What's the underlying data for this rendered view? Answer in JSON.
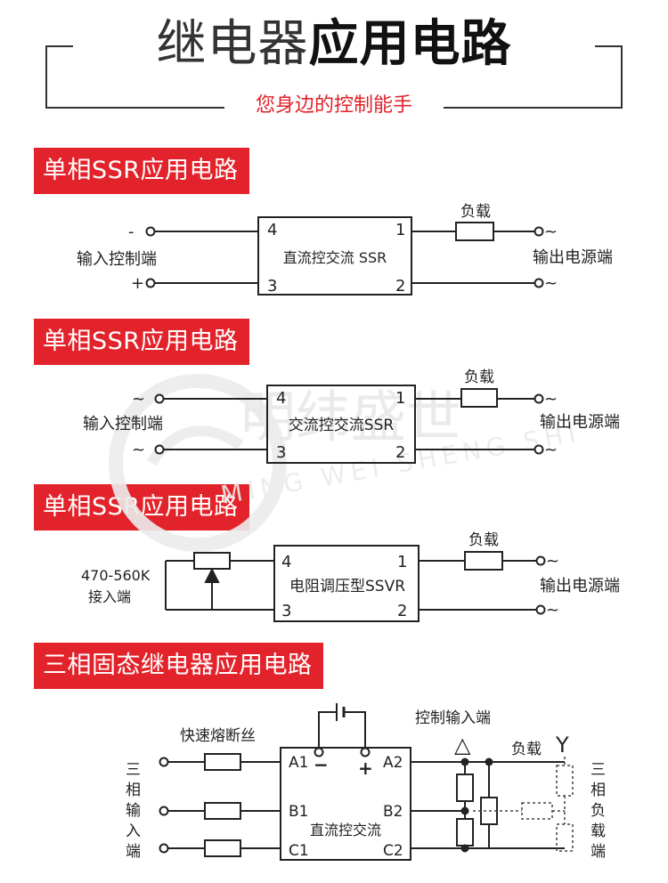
{
  "header": {
    "title_light": "继电器",
    "title_bold": "应用电路",
    "subtitle": "您身边的控制能手"
  },
  "sections": [
    {
      "title": "单相SSR应用电路",
      "in_top": "-",
      "in_bottom": "+",
      "input_label": "输入控制端",
      "module_label": "直流控交流 SSR",
      "pins": {
        "tl": "4",
        "tr": "1",
        "bl": "3",
        "br": "2"
      },
      "load_label": "负载",
      "out_top": "~",
      "out_bottom": "~",
      "output_label": "输出电源端"
    },
    {
      "title": "单相SSR应用电路",
      "in_top": "~",
      "in_bottom": "~",
      "input_label": "输入控制端",
      "module_label": "交流控交流SSR",
      "pins": {
        "tl": "4",
        "tr": "1",
        "bl": "3",
        "br": "2"
      },
      "load_label": "负载",
      "out_top": "~",
      "out_bottom": "~",
      "output_label": "输出电源端"
    },
    {
      "title": "单相SSR应用电路",
      "input_label_1": "470-560K",
      "input_label_2": "接入端",
      "module_label": "电阻调压型SSVR",
      "pins": {
        "tl": "4",
        "tr": "1",
        "bl": "3",
        "br": "2"
      },
      "load_label": "负载",
      "out_top": "~",
      "out_bottom": "~",
      "output_label": "输出电源端"
    },
    {
      "title": "三相固态继电器应用电路",
      "fuse_label": "快速熔断丝",
      "control_label": "控制输入端",
      "input_label_chars": [
        "三",
        "相",
        "输",
        "入",
        "端"
      ],
      "load_label_chars": [
        "三",
        "相",
        "负",
        "载",
        "端"
      ],
      "load_label": "负载",
      "module_label": "直流控交流",
      "pins": [
        "A1",
        "B1",
        "C1",
        "A2",
        "B2",
        "C2"
      ],
      "minus": "−",
      "plus": "+",
      "delta": "△",
      "wye": "Y"
    }
  ],
  "watermark": {
    "chinese": "明纬盛世",
    "english": "MING WEI SHENG SHI"
  },
  "colors": {
    "accent": "#e3232b",
    "line": "#222222",
    "watermark": "#e6e6e6"
  }
}
